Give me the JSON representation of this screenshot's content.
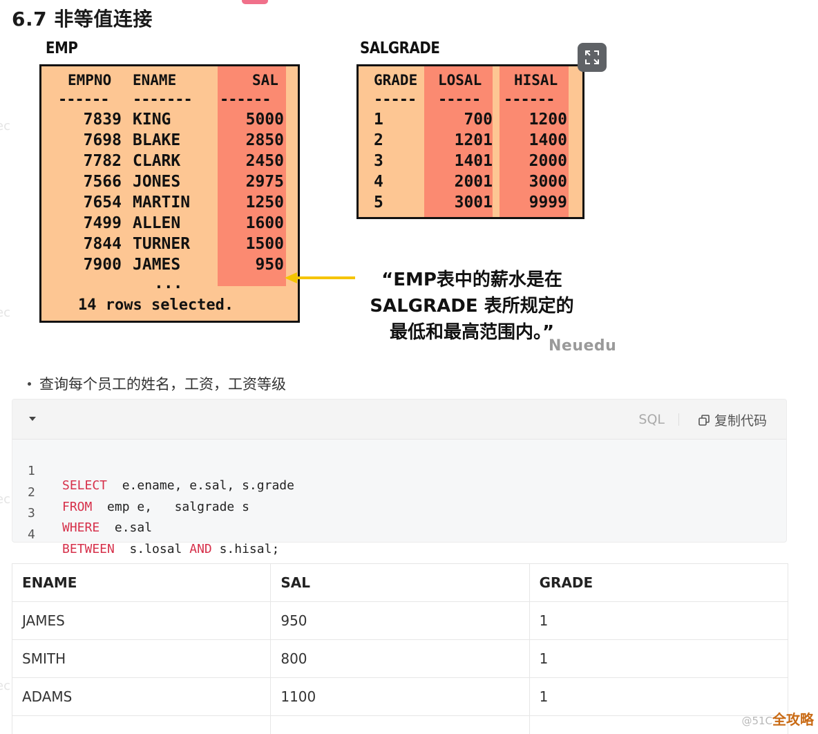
{
  "section_title": "6.7 非等值连接",
  "figure": {
    "emp": {
      "title": "EMP",
      "headers": {
        "empno": "EMPNO",
        "ename": "ENAME",
        "sal": "SAL"
      },
      "dashes": {
        "empno": "------",
        "ename": "-------",
        "sal": "------"
      },
      "rows": [
        {
          "empno": "7839",
          "ename": "KING",
          "sal": "5000"
        },
        {
          "empno": "7698",
          "ename": "BLAKE",
          "sal": "2850"
        },
        {
          "empno": "7782",
          "ename": "CLARK",
          "sal": "2450"
        },
        {
          "empno": "7566",
          "ename": "JONES",
          "sal": "2975"
        },
        {
          "empno": "7654",
          "ename": "MARTIN",
          "sal": "1250"
        },
        {
          "empno": "7499",
          "ename": "ALLEN",
          "sal": "1600"
        },
        {
          "empno": "7844",
          "ename": "TURNER",
          "sal": "1500"
        },
        {
          "empno": "7900",
          "ename": "JAMES",
          "sal": "950"
        }
      ],
      "ellipsis": "...",
      "footer": "14 rows selected."
    },
    "salgrade": {
      "title": "SALGRADE",
      "headers": {
        "grade": "GRADE",
        "losal": "LOSAL",
        "hisal": "HISAL"
      },
      "dashes": {
        "grade": "-----",
        "losal": "-----",
        "hisal": "------"
      },
      "rows": [
        {
          "grade": "1",
          "losal": "700",
          "hisal": "1200"
        },
        {
          "grade": "2",
          "losal": "1201",
          "hisal": "1400"
        },
        {
          "grade": "3",
          "losal": "1401",
          "hisal": "2000"
        },
        {
          "grade": "4",
          "losal": "2001",
          "hisal": "3000"
        },
        {
          "grade": "5",
          "losal": "3001",
          "hisal": "9999"
        }
      ]
    },
    "caption_lines": [
      "“EMP表中的薪水是在",
      "SALGRADE 表所规定的",
      "最低和最高范围内。”"
    ],
    "brand": "Neuedu",
    "colors": {
      "table_bg": "#fdc693",
      "highlight": "#fb8a71",
      "arrow": "#f5c400"
    }
  },
  "bullet": "查询每个员工的姓名，工资，工资等级",
  "code": {
    "language": "SQL",
    "copy_label": "复制代码",
    "lines": [
      {
        "n": "1",
        "kw": "SELECT",
        "rest": "  e.ename, e.sal, s.grade"
      },
      {
        "n": "2",
        "kw": "FROM",
        "rest": "  emp e,   salgrade s"
      },
      {
        "n": "3",
        "kw": "WHERE",
        "rest": "  e.sal"
      },
      {
        "n": "4",
        "kw": "BETWEEN",
        "rest": "  s.losal ",
        "kw2": "AND",
        "rest2": " s.hisal;"
      }
    ]
  },
  "result": {
    "headers": [
      "ENAME",
      "SAL",
      "GRADE"
    ],
    "rows": [
      [
        "JAMES",
        "950",
        "1"
      ],
      [
        "SMITH",
        "800",
        "1"
      ],
      [
        "ADAMS",
        "1100",
        "1"
      ],
      [
        "",
        "",
        ""
      ]
    ]
  },
  "footer_mark": {
    "prefix": "@51C",
    "brand": "全攻略"
  }
}
